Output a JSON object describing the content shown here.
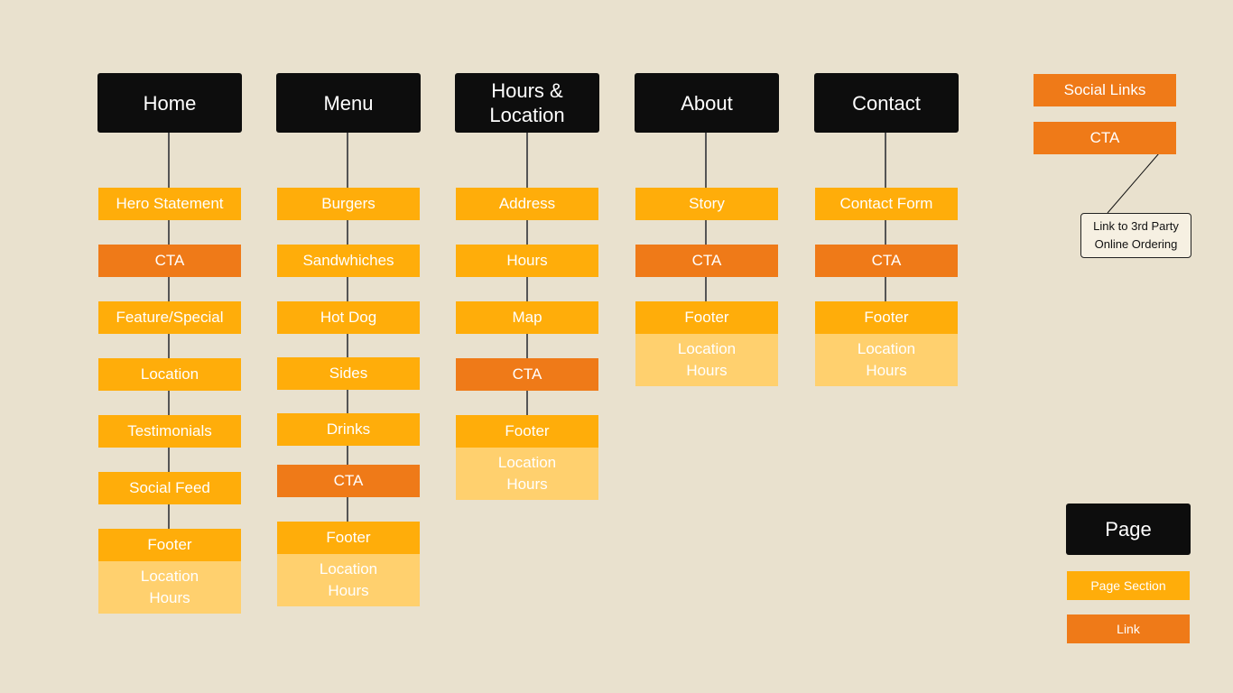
{
  "colors": {
    "page": "#0d0d0d",
    "section": "#ffad0a",
    "link": "#ef7a18",
    "info": "#ffd06e",
    "background": "#e9e1ce"
  },
  "columns": [
    {
      "title": "Home",
      "items": [
        {
          "label": "Hero Statement",
          "kind": "section"
        },
        {
          "label": "CTA",
          "kind": "link"
        },
        {
          "label": "Feature/Special",
          "kind": "section"
        },
        {
          "label": "Location",
          "kind": "section"
        },
        {
          "label": "Testimonials",
          "kind": "section"
        },
        {
          "label": "Social Feed",
          "kind": "section"
        }
      ],
      "footer": {
        "label": "Footer",
        "info": "Location\nHours"
      }
    },
    {
      "title": "Menu",
      "items": [
        {
          "label": "Burgers",
          "kind": "section"
        },
        {
          "label": "Sandwhiches",
          "kind": "section"
        },
        {
          "label": "Hot Dog",
          "kind": "section"
        },
        {
          "label": "Sides",
          "kind": "section"
        },
        {
          "label": "Drinks",
          "kind": "section"
        },
        {
          "label": "CTA",
          "kind": "link"
        }
      ],
      "footer": {
        "label": "Footer",
        "info": "Location\nHours"
      }
    },
    {
      "title": "Hours &\nLocation",
      "items": [
        {
          "label": "Address",
          "kind": "section"
        },
        {
          "label": "Hours",
          "kind": "section"
        },
        {
          "label": "Map",
          "kind": "section"
        },
        {
          "label": "CTA",
          "kind": "link"
        }
      ],
      "footer": {
        "label": "Footer",
        "info": "Location\nHours"
      }
    },
    {
      "title": "About",
      "items": [
        {
          "label": "Story",
          "kind": "section"
        },
        {
          "label": "CTA",
          "kind": "link"
        }
      ],
      "footer": {
        "label": "Footer",
        "info": "Location\nHours"
      }
    },
    {
      "title": "Contact",
      "items": [
        {
          "label": "Contact Form",
          "kind": "section"
        },
        {
          "label": "CTA",
          "kind": "link"
        }
      ],
      "footer": {
        "label": "Footer",
        "info": "Location\nHours"
      }
    }
  ],
  "global": {
    "social_links": "Social Links",
    "cta": "CTA",
    "note": "Link to 3rd Party\nOnline Ordering"
  },
  "legend": {
    "page": "Page",
    "section": "Page Section",
    "link": "Link"
  }
}
